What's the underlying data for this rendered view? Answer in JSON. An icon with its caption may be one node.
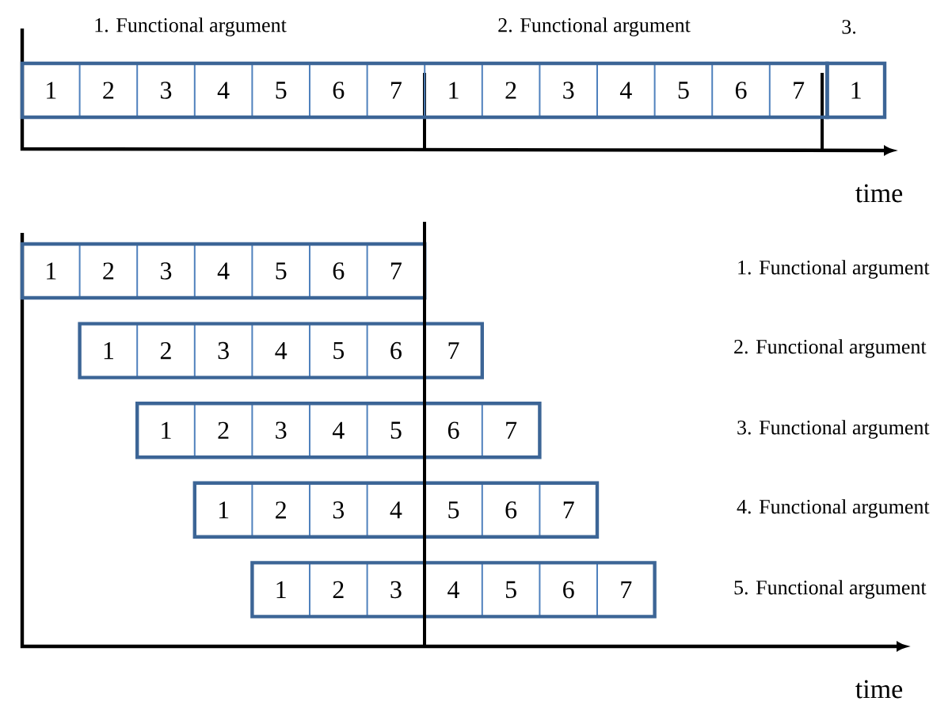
{
  "diagram": {
    "nodes": [
      {
        "text": [
          "1"
        ]
      },
      {
        "text": [
          "2"
        ]
      },
      {
        "text": [
          "3"
        ]
      },
      {
        "text": [
          "4"
        ]
      },
      {
        "text": [
          "5"
        ]
      },
      {
        "text": [
          "6"
        ]
      },
      {
        "text": [
          "7"
        ]
      },
      {
        "text": [
          "1"
        ]
      },
      {
        "text": [
          "2"
        ]
      },
      {
        "text": [
          "3"
        ]
      },
      {
        "text": [
          "4"
        ]
      },
      {
        "text": [
          "5"
        ]
      },
      {
        "text": [
          "6"
        ]
      },
      {
        "text": [
          "7"
        ]
      },
      {
        "text": [
          "1"
        ]
      },
      {
        "text": [
          "1"
        ]
      },
      {
        "text": [
          "2"
        ]
      },
      {
        "text": [
          "3"
        ]
      },
      {
        "text": [
          "4"
        ]
      },
      {
        "text": [
          "5"
        ]
      },
      {
        "text": [
          "6"
        ]
      },
      {
        "text": [
          "7"
        ]
      },
      {
        "text": [
          "1"
        ]
      },
      {
        "text": [
          "2"
        ]
      },
      {
        "text": [
          "3"
        ]
      },
      {
        "text": [
          "4"
        ]
      },
      {
        "text": [
          "5"
        ]
      },
      {
        "text": [
          "6"
        ]
      },
      {
        "text": [
          "7"
        ]
      },
      {
        "text": [
          "1"
        ]
      },
      {
        "text": [
          "2"
        ]
      },
      {
        "text": [
          "3"
        ]
      },
      {
        "text": [
          "4"
        ]
      },
      {
        "text": [
          "5"
        ]
      },
      {
        "text": [
          "6"
        ]
      },
      {
        "text": [
          "7"
        ]
      },
      {
        "text": [
          "1"
        ]
      },
      {
        "text": [
          "2"
        ]
      },
      {
        "text": [
          "3"
        ]
      },
      {
        "text": [
          "4"
        ]
      },
      {
        "text": [
          "5"
        ]
      },
      {
        "text": [
          "6"
        ]
      },
      {
        "text": [
          "7"
        ]
      },
      {
        "text": [
          "1"
        ]
      },
      {
        "text": [
          "2"
        ]
      },
      {
        "text": [
          "3"
        ]
      },
      {
        "text": [
          "4"
        ]
      },
      {
        "text": [
          "5"
        ]
      },
      {
        "text": [
          "6"
        ]
      },
      {
        "text": [
          "7"
        ]
      }
    ],
    "edges": [],
    "labels": [
      "1. Functional argument",
      "2. Functional argument",
      "3.",
      "time",
      "1. Functional argument",
      "2. Functional argument",
      "3. Functional argument",
      "4. Functional argument",
      "5. Functional argument",
      "time"
    ]
  }
}
